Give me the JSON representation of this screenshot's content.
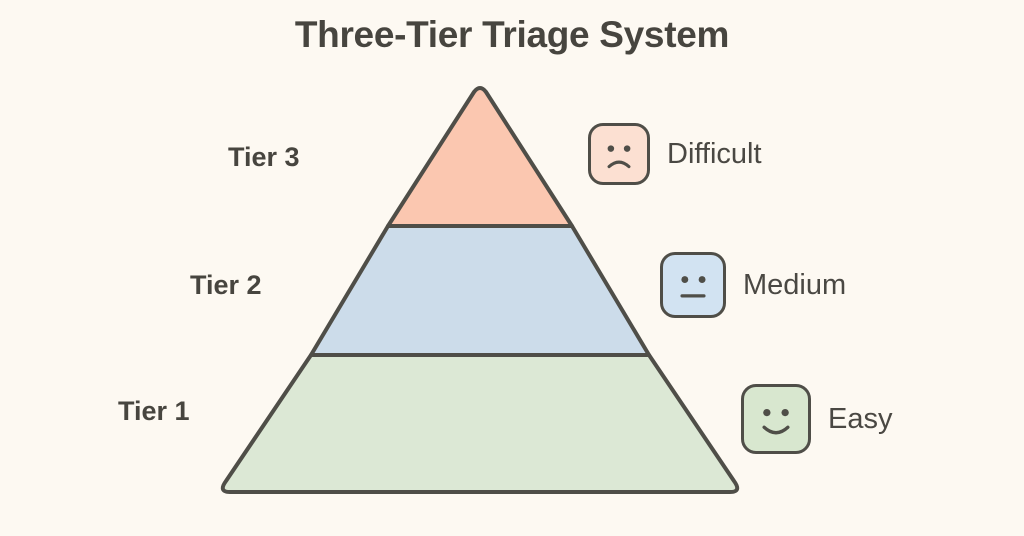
{
  "diagram": {
    "title": "Three-Tier Triage System",
    "background_color": "#fdf9f2",
    "stroke_color": "#4f4e48",
    "text_color": "#47453f"
  },
  "pyramid": {
    "tiers": [
      {
        "id": "tier-3",
        "label": "Tier 3",
        "fill_color": "#fbc7b0",
        "position": "top"
      },
      {
        "id": "tier-2",
        "label": "Tier 2",
        "fill_color": "#ccdcea",
        "position": "middle"
      },
      {
        "id": "tier-1",
        "label": "Tier 1",
        "fill_color": "#dce8d5",
        "position": "bottom"
      }
    ]
  },
  "legend": {
    "items": [
      {
        "id": "difficult",
        "label": "Difficult",
        "icon": "sad-face-icon",
        "fill_color": "#fce0d2",
        "box_size": 62
      },
      {
        "id": "medium",
        "label": "Medium",
        "icon": "neutral-face-icon",
        "fill_color": "#d2e3f2",
        "box_size": 66
      },
      {
        "id": "easy",
        "label": "Easy",
        "icon": "happy-face-icon",
        "fill_color": "#d8e7cf",
        "box_size": 70
      }
    ]
  }
}
